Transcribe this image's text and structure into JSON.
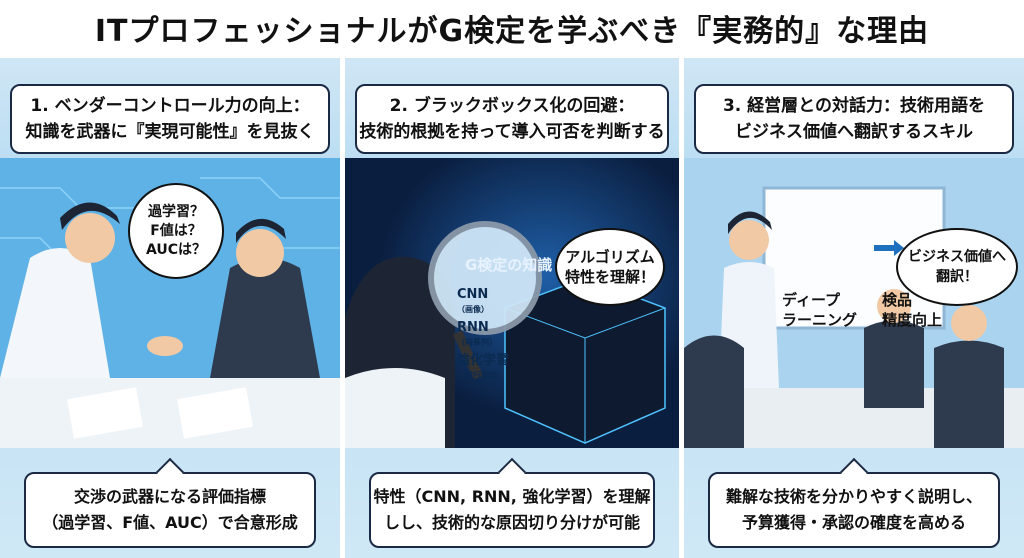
{
  "title": "ITプロフェッショナルがG検定を学ぶべき『実務的』な理由",
  "panels": [
    {
      "heading": [
        "1. ベンダーコントロール力の向上：",
        "知識を武器に『実現可能性』を見抜く"
      ],
      "bubble": [
        "過学習？",
        "F値は？",
        "AUCは？"
      ],
      "summary": [
        "交渉の武器になる評価指標",
        "（過学習、F値、AUC）で合意形成"
      ]
    },
    {
      "heading": [
        "2. ブラックボックス化の回避：",
        "技術的根拠を持って導入可否を判断する"
      ],
      "caption": "G検定の知識",
      "bubble": [
        "アルゴリズム",
        "特性を理解！"
      ],
      "lens": [
        {
          "name": "CNN",
          "sub": "（画像）"
        },
        {
          "name": "RNN",
          "sub": "（時系列）"
        },
        {
          "name": "強化学習",
          "sub": "（試行錯誤）"
        }
      ],
      "summary": [
        "特性（CNN, RNN, 強化学習）を理解",
        "しし、技術的な原因切り分けが可能"
      ]
    },
    {
      "heading": [
        "3. 経営層との対話力：技術用語を",
        "ビジネス価値へ翻訳するスキル"
      ],
      "board_left": [
        "ディープ",
        "ラーニング"
      ],
      "board_right": [
        "検品",
        "精度向上"
      ],
      "bubble": [
        "ビジネス価値へ",
        "翻訳！"
      ],
      "summary": [
        "難解な技術を分かりやすく説明し、",
        "予算獲得・承認の確度を高める"
      ]
    }
  ]
}
